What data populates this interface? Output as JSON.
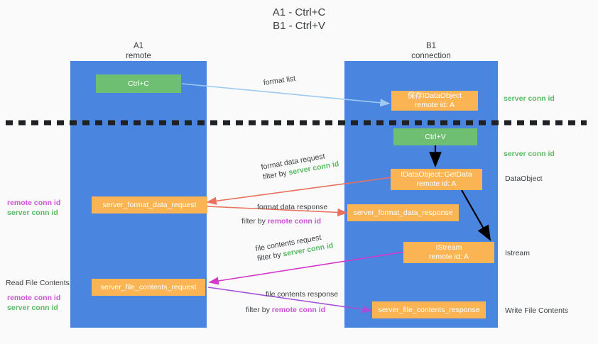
{
  "title": {
    "line1": "A1 - Ctrl+C",
    "line2": "B1 - Ctrl+V"
  },
  "columns": [
    {
      "name": "A1",
      "sub": "remote"
    },
    {
      "name": "B1",
      "sub": "connection"
    }
  ],
  "boxes": {
    "ctrl_c": {
      "label": "Ctrl+C"
    },
    "ctrl_v": {
      "label": "Ctrl+V"
    },
    "idataobject_create": {
      "line1": "保存IDataObject",
      "line2": "remote id: A"
    },
    "idataobject_getdata": {
      "line1": "IDataObject::GetData",
      "line2": "remote id: A"
    },
    "istream": {
      "line1": "IStream",
      "line2": "remote id: A"
    },
    "server_format_data_request": {
      "label": "server_format_data_request"
    },
    "server_format_data_response": {
      "label": "server_format_data_response"
    },
    "server_file_contents_request": {
      "label": "server_file_contents_request"
    },
    "server_file_contents_response": {
      "label": "server_file_contents_response"
    }
  },
  "edge_labels": {
    "format_list": "format list",
    "format_data_request": "format data request",
    "format_data_request_filter_prefix": "filter by ",
    "format_data_request_filter_value": "server conn id",
    "format_data_response": "format data response",
    "format_data_response_filter_prefix": "filter by ",
    "format_data_response_filter_value": "remote conn id",
    "file_contents_request": "file contents request",
    "file_contents_request_filter_prefix": "filter by ",
    "file_contents_request_filter_value": "server conn id",
    "file_contents_response": "file contents response",
    "file_contents_response_filter_prefix": "filter by ",
    "file_contents_response_filter_value": "remote conn id"
  },
  "left_annotations": {
    "conn_pair_1_remote": "remote conn id",
    "conn_pair_1_server": "server conn id",
    "read_file_contents": "Read File Contents",
    "conn_pair_2_remote": "remote conn id",
    "conn_pair_2_server": "server conn id"
  },
  "right_annotations": {
    "server_conn_id_1": "server conn id",
    "server_conn_id_2": "server conn id",
    "data_object": "DataObject",
    "istream": "Istream",
    "write_file_contents": "Write File Contents"
  },
  "colors": {
    "lane": "#4a86e0",
    "green_box": "#6fbf73",
    "orange_box": "#fbb454",
    "green_text": "#57bb63",
    "purple_text": "#cc52d4",
    "arrow_blue": "#9ec9f0",
    "arrow_red": "#e8705f",
    "arrow_magenta": "#d438c8",
    "arrow_purple": "#a450d8",
    "arrow_black": "#000000",
    "divider": "#202124",
    "background": "#fafafa"
  }
}
